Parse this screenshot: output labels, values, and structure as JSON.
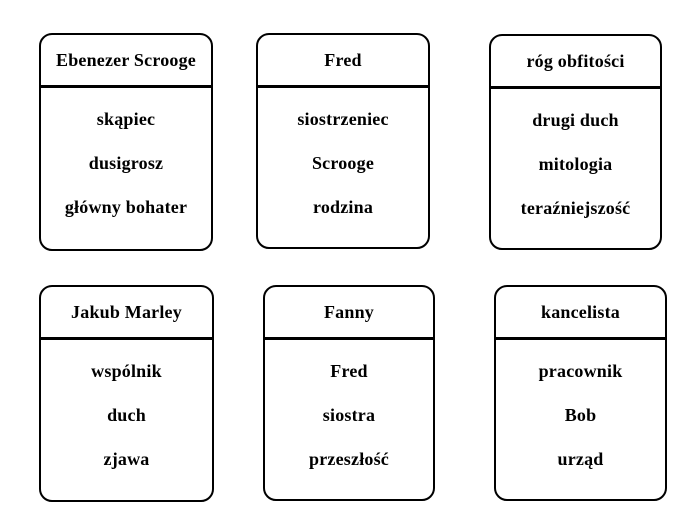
{
  "colors": {
    "background": "#ffffff",
    "border": "#000000",
    "text": "#000000"
  },
  "cards": [
    {
      "title": "Ebenezer Scrooge",
      "items": [
        "skąpiec",
        "dusigrosz",
        "główny bohater"
      ]
    },
    {
      "title": "Fred",
      "items": [
        "siostrzeniec",
        "Scrooge",
        "rodzina"
      ]
    },
    {
      "title": "róg obfitości",
      "items": [
        "drugi duch",
        "mitologia",
        "teraźniejszość"
      ]
    },
    {
      "title": "Jakub Marley",
      "items": [
        "wspólnik",
        "duch",
        "zjawa"
      ]
    },
    {
      "title": "Fanny",
      "items": [
        "Fred",
        "siostra",
        "przeszłość"
      ]
    },
    {
      "title": "kancelista",
      "items": [
        "pracownik",
        "Bob",
        "urząd"
      ]
    }
  ]
}
